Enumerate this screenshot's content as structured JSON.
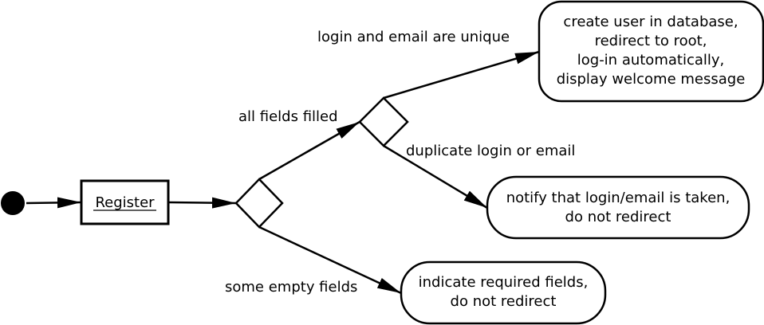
{
  "diagram": {
    "start": {},
    "register": {
      "label": "Register"
    },
    "decisions": {
      "fields_check": {},
      "unique_check": {}
    },
    "edges": {
      "all_fields_filled": "all fields filled",
      "some_empty_fields": "some empty fields",
      "login_email_unique": "login and email are unique",
      "duplicate_login_email": "duplicate login or email"
    },
    "outcomes": {
      "create_user": {
        "line1": "create user in database,",
        "line2": "redirect to root,",
        "line3": "log-in automatically,",
        "line4": "display welcome message"
      },
      "notify_taken": {
        "line1": "notify that login/email is taken,",
        "line2": "do not redirect"
      },
      "indicate_required": {
        "line1": "indicate required fields,",
        "line2": "do not redirect"
      }
    }
  }
}
